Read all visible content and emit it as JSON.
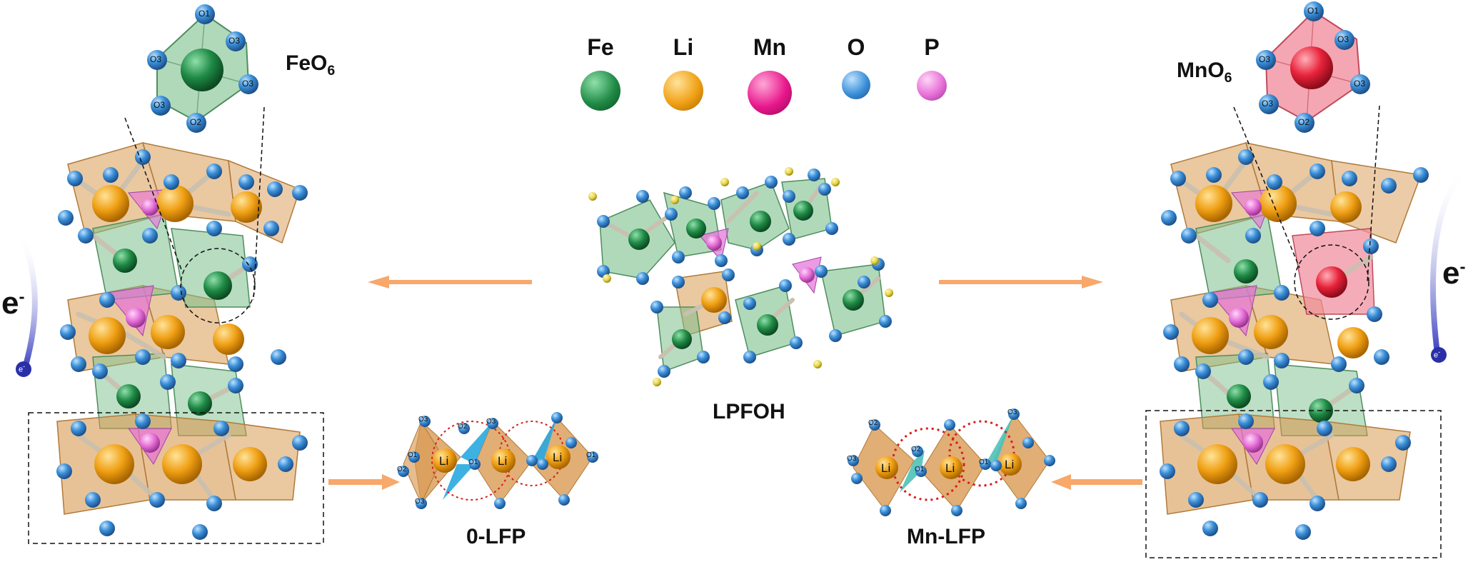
{
  "legend": [
    {
      "symbol": "Fe",
      "color": "#1f8a45"
    },
    {
      "symbol": "Li",
      "color": "#f0a014"
    },
    {
      "symbol": "Mn",
      "color": "#e8178c"
    },
    {
      "symbol": "O",
      "color": "#3a8fd8"
    },
    {
      "symbol": "P",
      "color": "#e66fd8"
    }
  ],
  "center_label": "LPFOH",
  "left": {
    "octahedron_label_main": "FeO",
    "octahedron_label_sub": "6",
    "electron_label": "e",
    "electron_sup": "-",
    "electron_ball": "e",
    "electron_ball_sup": "-",
    "pathway_label": "0-LFP",
    "octa_oxygens": [
      "O1",
      "O3",
      "O3",
      "O3",
      "O3",
      "O2"
    ]
  },
  "right": {
    "octahedron_label_main": "MnO",
    "octahedron_label_sub": "6",
    "electron_label": "e",
    "electron_sup": "-",
    "electron_ball": "e",
    "electron_ball_sup": "-",
    "pathway_label": "Mn-LFP",
    "octa_oxygens": [
      "O1",
      "O3",
      "O3",
      "O3",
      "O3",
      "O2"
    ]
  },
  "pathway_atoms": {
    "li": "Li",
    "oxygens": [
      "O3",
      "O1",
      "O2",
      "O1",
      "O2",
      "O3",
      "O3",
      "O1",
      "O2",
      "O3",
      "O1",
      "O2",
      "O1",
      "O3"
    ]
  },
  "colors": {
    "fe": "#1f8a45",
    "li": "#f0a014",
    "mn": "#e8178c",
    "o": "#3a8fd8",
    "p": "#e66fd8",
    "red_center": "#e8223a",
    "arrow": "#f7a86a",
    "li_poly": "#d99a52",
    "fe_poly": "#7cbf8c",
    "mn_poly": "#f08a9a",
    "channel": "#29a9e0",
    "path": "#d81e1e"
  }
}
